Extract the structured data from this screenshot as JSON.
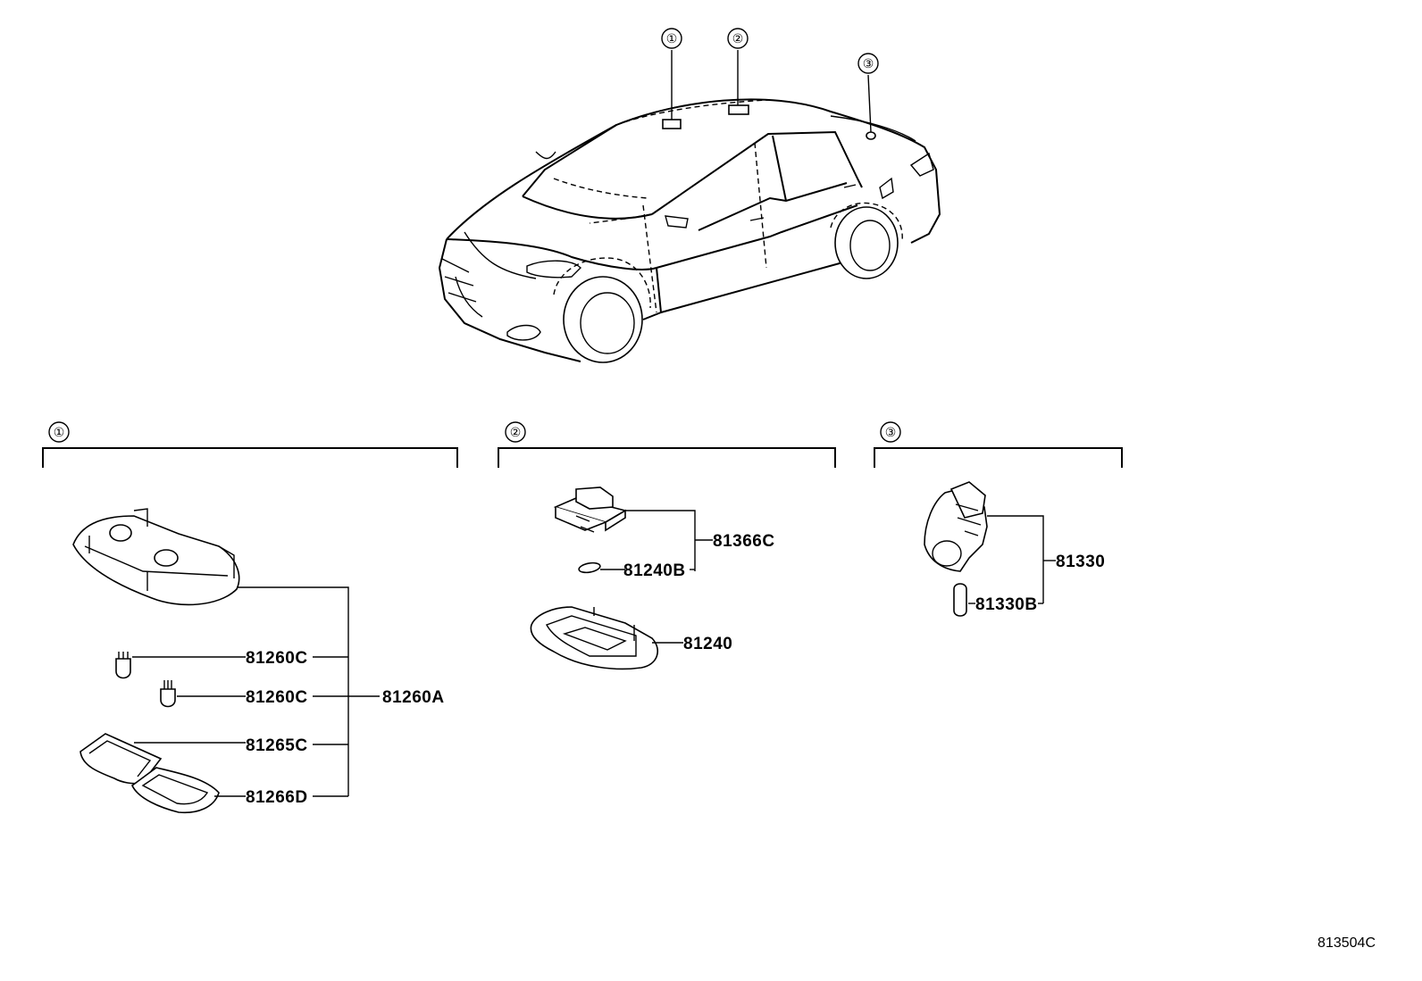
{
  "callouts": [
    "①",
    "②",
    "③"
  ],
  "groups": [
    {
      "marker": "①",
      "labels": {
        "bulb_top": "81260C",
        "bulb_mid": "81260C",
        "lens_1": "81265C",
        "lens_2": "81266D",
        "assembly": "81260A"
      }
    },
    {
      "marker": "②",
      "labels": {
        "module": "81366C",
        "bulb": "81240B",
        "lamp": "81240"
      }
    },
    {
      "marker": "③",
      "labels": {
        "lamp": "81330",
        "bulb": "81330B"
      }
    }
  ],
  "diagram_code": "813504C"
}
